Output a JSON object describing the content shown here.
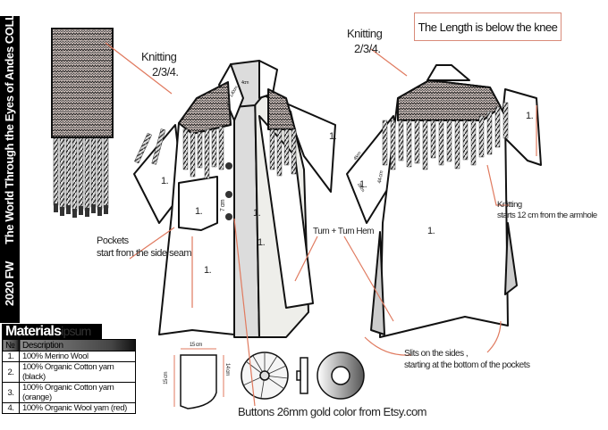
{
  "spine": {
    "season": "2020 FW",
    "collection": "The World Through the Eyes of Andes  COLLECTION"
  },
  "notes": {
    "length": "The Length is below the knee",
    "knitting_front": {
      "line1": "Knitting",
      "line2": "2/3/4."
    },
    "knitting_back": {
      "line1": "Knitting",
      "line2": "2/3/4."
    },
    "knitting_start": {
      "line1": "Knitting",
      "line2": "starts 12 cm  from the armhole"
    },
    "pockets": {
      "line1": "Pockets",
      "line2": "start from the side seam"
    },
    "turn_hem": "Turn + Turn Hem",
    "slits": {
      "line1": "Slits on the sides ,",
      "line2": "starting at the bottom of the pockets"
    },
    "buttons": "Buttons 26mm  gold color from Etsy.com"
  },
  "measurements": {
    "collar_4cm": "4cm",
    "lapel": "1,40cm",
    "lapel_25": "25cm",
    "button_gap": "7 cm",
    "pocket_width": "15 cm",
    "pocket_height_left": "15 cm",
    "pocket_height_right": "14 cm",
    "sleeve_45": "45cm",
    "sleeve_44": "44 cm",
    "sleeve_28": "28cm"
  },
  "material_code": "1.",
  "materials": {
    "title": "Materials",
    "ghost": "ipsum",
    "headers": {
      "num": "№",
      "desc": "Description"
    },
    "rows": [
      {
        "num": "1.",
        "desc": "100% Merino Wool"
      },
      {
        "num": "2.",
        "desc": "100% Organic Cotton yarn (black)"
      },
      {
        "num": "3.",
        "desc": "100% Organic Cotton yarn (orange)"
      },
      {
        "num": "4.",
        "desc": "100% Organic Wool yarn (red)"
      }
    ]
  },
  "colors": {
    "annotation": "#e07a5f",
    "outline": "#111111",
    "panel": "#dcdcdc",
    "spine": "#000000"
  }
}
